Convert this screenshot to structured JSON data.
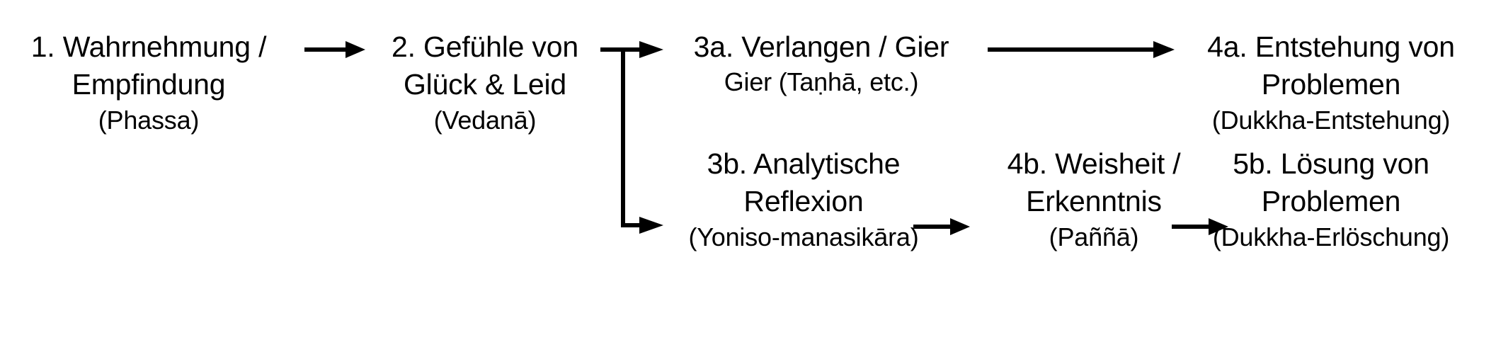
{
  "diagram": {
    "title": "Wahrnehmung zu Problementstehung und Problemloesung",
    "background_color": "#ffffff",
    "text_color": "#000000",
    "nodes": [
      {
        "id": "node-1",
        "name": "wahrnehmung",
        "line1": "1. Wahrnehmung /",
        "line2": "Empfindung",
        "line3": "(Phassa)"
      },
      {
        "id": "node-2",
        "name": "gefuehle",
        "line1": "2. Gefühle von",
        "line2": "Glück & Leid",
        "line3": "(Vedanā)"
      },
      {
        "id": "node-3a",
        "name": "verlangen-gier",
        "line1": "3a. Verlangen / Gier",
        "line2": "Gier (Taṇhā, etc.)",
        "line3": ""
      },
      {
        "id": "node-4a",
        "name": "entstehung-von-problemen",
        "line1": "4a. Entstehung von",
        "line2": "Problemen",
        "line3": "(Dukkha-Entstehung)"
      },
      {
        "id": "node-3b",
        "name": "analytische-reflexion",
        "line1": "3b. Analytische",
        "line2": "Reflexion",
        "line3": "(Yoniso-manasikāra)"
      },
      {
        "id": "node-4b",
        "name": "weisheit-erkenntnis",
        "line1": "4b. Weisheit /",
        "line2": "Erkenntnis",
        "line3": "(Paññā)"
      },
      {
        "id": "node-5b",
        "name": "loesung-von-problemen",
        "line1": "5b. Lösung von",
        "line2": "Problemen",
        "line3": "(Dukkha-Erlöschung)"
      }
    ],
    "connectors": [
      {
        "id": "arrow-1-to-2",
        "name": "arrow-wahrnehmung-to-gefuehle",
        "kind": "straight"
      },
      {
        "id": "branch-2-to-3a-3b",
        "name": "branch-gefuehle-to-verlangen-and-reflexion",
        "kind": "split"
      },
      {
        "id": "arrow-3a-to-4a",
        "name": "arrow-verlangen-to-entstehung",
        "kind": "straight-long"
      },
      {
        "id": "arrow-3b-to-4b",
        "name": "arrow-reflexion-to-weisheit",
        "kind": "straight"
      },
      {
        "id": "arrow-4b-to-5b",
        "name": "arrow-weisheit-to-loesung",
        "kind": "straight"
      }
    ]
  }
}
